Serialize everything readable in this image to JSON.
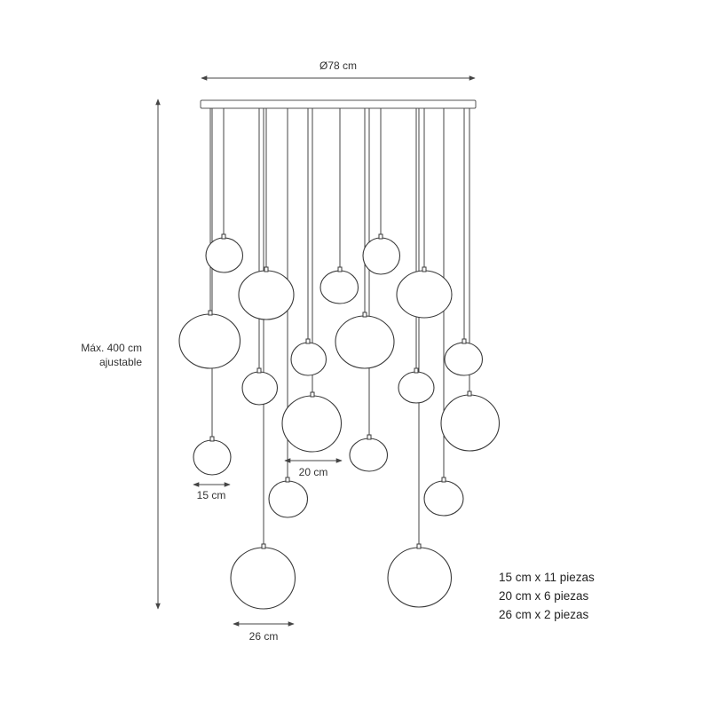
{
  "dimensions": {
    "canopy_diameter": "Ø78 cm",
    "height_line1": "Máx. 400 cm",
    "height_line2": "ajustable",
    "small_globe": "15 cm",
    "medium_globe": "20 cm",
    "large_globe": "26 cm"
  },
  "specs": [
    "15 cm x 11 piezas",
    "20 cm x 6 piezas",
    "26 cm x 2 piezas"
  ],
  "colors": {
    "line": "#444444",
    "text": "#333333"
  }
}
